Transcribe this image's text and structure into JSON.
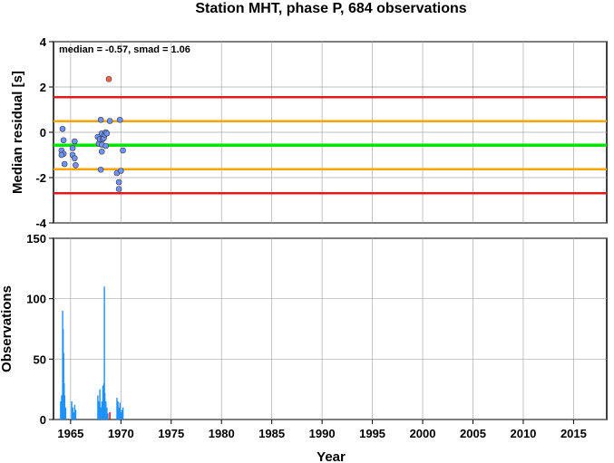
{
  "chart_data": [
    {
      "type": "scatter",
      "title": "Station MHT, phase P, 684 observations",
      "ylabel": "Median residual [s]",
      "annotation": "median = -0.57, smad = 1.06",
      "xlim": [
        1963.3,
        2018.3
      ],
      "ylim": [
        -4,
        4
      ],
      "yticks": [
        -4,
        -2,
        0,
        2,
        4
      ],
      "grid": true,
      "lines": [
        {
          "y": 1.55,
          "color": "#e31a1c"
        },
        {
          "y": 0.49,
          "color": "#ffa500"
        },
        {
          "y": -0.57,
          "color": "#00e600"
        },
        {
          "y": -1.63,
          "color": "#ffa500"
        },
        {
          "y": -2.69,
          "color": "#e31a1c"
        }
      ],
      "series": [
        {
          "color": "#6f93ff",
          "points": [
            [
              1964.2,
              0.15
            ],
            [
              1964.3,
              -0.35
            ],
            [
              1964.1,
              -0.8
            ],
            [
              1964.3,
              -0.95
            ],
            [
              1964.1,
              -1.0
            ],
            [
              1964.4,
              -1.4
            ],
            [
              1965.2,
              -0.7
            ],
            [
              1965.4,
              -0.4
            ],
            [
              1965.2,
              -1.0
            ],
            [
              1965.4,
              -1.15
            ],
            [
              1965.5,
              -1.45
            ],
            [
              1967.7,
              -0.2
            ],
            [
              1967.8,
              -0.5
            ],
            [
              1967.9,
              -0.3
            ],
            [
              1968.0,
              0.55
            ],
            [
              1968.1,
              -0.05
            ],
            [
              1968.1,
              -0.55
            ],
            [
              1968.2,
              -0.3
            ],
            [
              1968.3,
              -0.25
            ],
            [
              1968.4,
              -0.1
            ],
            [
              1968.5,
              0.0
            ],
            [
              1968.5,
              -0.6
            ],
            [
              1968.6,
              -0.05
            ],
            [
              1968.0,
              -1.65
            ],
            [
              1968.1,
              -0.85
            ],
            [
              1968.9,
              0.5
            ],
            [
              1969.9,
              0.55
            ],
            [
              1970.2,
              -0.8
            ],
            [
              1969.6,
              -1.8
            ],
            [
              1969.8,
              -2.2
            ],
            [
              1969.8,
              -2.5
            ],
            [
              1970.0,
              -1.7
            ]
          ]
        },
        {
          "color": "#ff6347",
          "points": [
            [
              1968.8,
              2.35
            ]
          ]
        }
      ]
    },
    {
      "type": "bar",
      "ylabel": "Observations",
      "xlabel": "Year",
      "xlim": [
        1963.3,
        2018.3
      ],
      "ylim": [
        0,
        150
      ],
      "yticks": [
        0,
        50,
        100,
        150
      ],
      "xticks": [
        1965,
        1970,
        1975,
        1980,
        1985,
        1990,
        1995,
        2000,
        2005,
        2010,
        2015
      ],
      "grid": true,
      "color": "#1e90ff",
      "x": [
        1964.0,
        1964.1,
        1964.2,
        1964.25,
        1964.3,
        1964.35,
        1964.4,
        1964.5,
        1965.1,
        1965.2,
        1965.3,
        1965.4,
        1965.5,
        1967.7,
        1967.8,
        1967.9,
        1968.0,
        1968.1,
        1968.2,
        1968.3,
        1968.35,
        1968.4,
        1968.5,
        1968.6,
        1968.7,
        1969.6,
        1969.7,
        1969.8,
        1969.9,
        1970.0,
        1970.1,
        1970.2
      ],
      "values": [
        15,
        20,
        90,
        75,
        55,
        30,
        20,
        10,
        15,
        10,
        6,
        12,
        8,
        20,
        15,
        25,
        10,
        15,
        28,
        30,
        110,
        22,
        15,
        10,
        5,
        18,
        15,
        10,
        14,
        6,
        8,
        10
      ],
      "highlight": {
        "x": 1968.9,
        "value": 6,
        "color": "#e31a1c"
      }
    }
  ]
}
